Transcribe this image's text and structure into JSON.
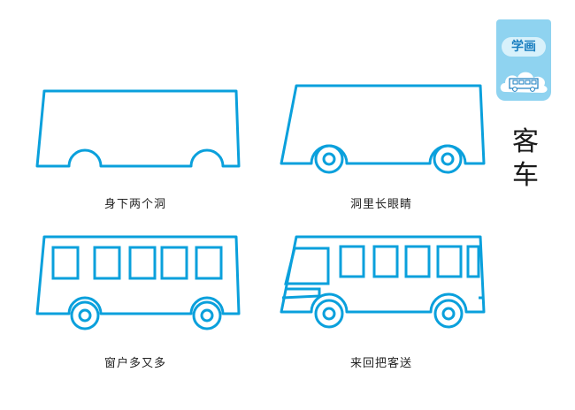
{
  "badge": {
    "label": "学画"
  },
  "title": {
    "line1": "客",
    "line2": "车"
  },
  "steps": [
    {
      "caption": "身下两个洞"
    },
    {
      "caption": "洞里长眼睛"
    },
    {
      "caption": "窗户多又多"
    },
    {
      "caption": "来回把客送"
    }
  ],
  "colors": {
    "stroke": "#0aa0dc",
    "badge": "#8fd3f0",
    "badge_text": "#1a7fc0"
  }
}
